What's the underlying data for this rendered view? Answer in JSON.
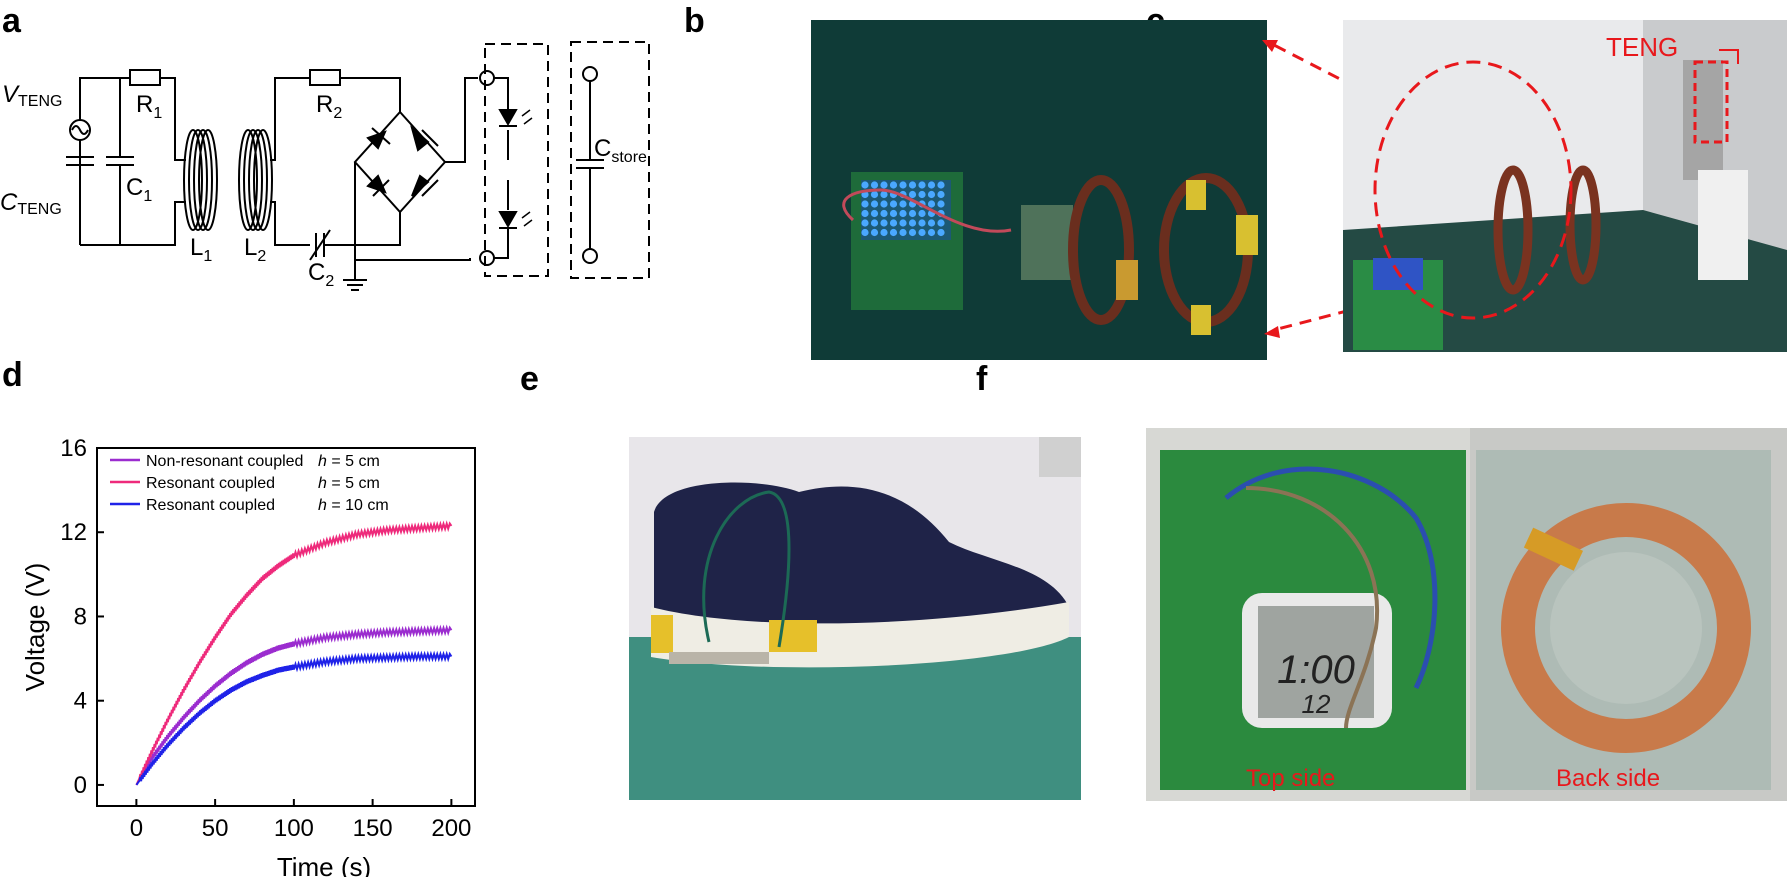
{
  "figure": {
    "panels": {
      "a": "a",
      "b": "b",
      "c": "c",
      "d": "d",
      "e": "e",
      "f": "f"
    },
    "circuit": {
      "v_teng_main": "V",
      "v_teng_sub": "TENG",
      "c_teng_main": "C",
      "c_teng_sub": "TENG",
      "r1_main": "R",
      "r1_sub": "1",
      "c1_main": "C",
      "c1_sub": "1",
      "l1_main": "L",
      "l1_sub": "1",
      "l2_main": "L",
      "l2_sub": "2",
      "r2_main": "R",
      "r2_sub": "2",
      "c2_main": "C",
      "c2_sub": "2",
      "cstore_main": "C",
      "cstore_sub": "store"
    },
    "photo_c": {
      "teng_label": "TENG"
    },
    "photo_f": {
      "top_label": "Top side",
      "back_label": "Back side",
      "watch_time": "1:00",
      "watch_date": "12"
    },
    "colors": {
      "annotation_red": "#e8181c",
      "series_nonresonant": "#9b2ccf",
      "series_resonant5": "#ee2a7b",
      "series_resonant10": "#1f22e8"
    }
  },
  "chart_data": {
    "type": "line",
    "xlabel": "Time (s)",
    "ylabel": "Voltage (V)",
    "xlim": [
      -25,
      215
    ],
    "ylim": [
      -1,
      16
    ],
    "xticks": [
      "0",
      "50",
      "100",
      "150",
      "200"
    ],
    "yticks": [
      "0",
      "4",
      "8",
      "12",
      "16"
    ],
    "legend_position": "top-left",
    "series": [
      {
        "name": "Non-resonant coupled",
        "h_label": "h",
        "h_value": "= 5 cm",
        "color": "#9b2ccf",
        "x": [
          0,
          10,
          20,
          30,
          40,
          50,
          60,
          70,
          80,
          90,
          100,
          120,
          140,
          160,
          180,
          200
        ],
        "y": [
          0,
          1.3,
          2.3,
          3.2,
          4.0,
          4.7,
          5.3,
          5.8,
          6.2,
          6.5,
          6.7,
          7.0,
          7.15,
          7.25,
          7.3,
          7.35
        ]
      },
      {
        "name": "Resonant coupled",
        "h_label": "h",
        "h_value": "= 5 cm",
        "color": "#ee2a7b",
        "x": [
          0,
          10,
          20,
          30,
          40,
          50,
          60,
          70,
          80,
          90,
          100,
          120,
          140,
          160,
          180,
          200
        ],
        "y": [
          0,
          1.6,
          3.1,
          4.5,
          5.8,
          7.0,
          8.1,
          9.0,
          9.8,
          10.4,
          10.9,
          11.5,
          11.9,
          12.1,
          12.2,
          12.3
        ]
      },
      {
        "name": "Resonant coupled",
        "h_label": "h",
        "h_value": "= 10 cm",
        "color": "#1f22e8",
        "x": [
          0,
          10,
          20,
          30,
          40,
          50,
          60,
          70,
          80,
          90,
          100,
          120,
          140,
          160,
          180,
          200
        ],
        "y": [
          0,
          1.0,
          1.9,
          2.7,
          3.4,
          4.0,
          4.5,
          4.9,
          5.2,
          5.45,
          5.6,
          5.85,
          6.0,
          6.05,
          6.1,
          6.1
        ]
      }
    ]
  }
}
